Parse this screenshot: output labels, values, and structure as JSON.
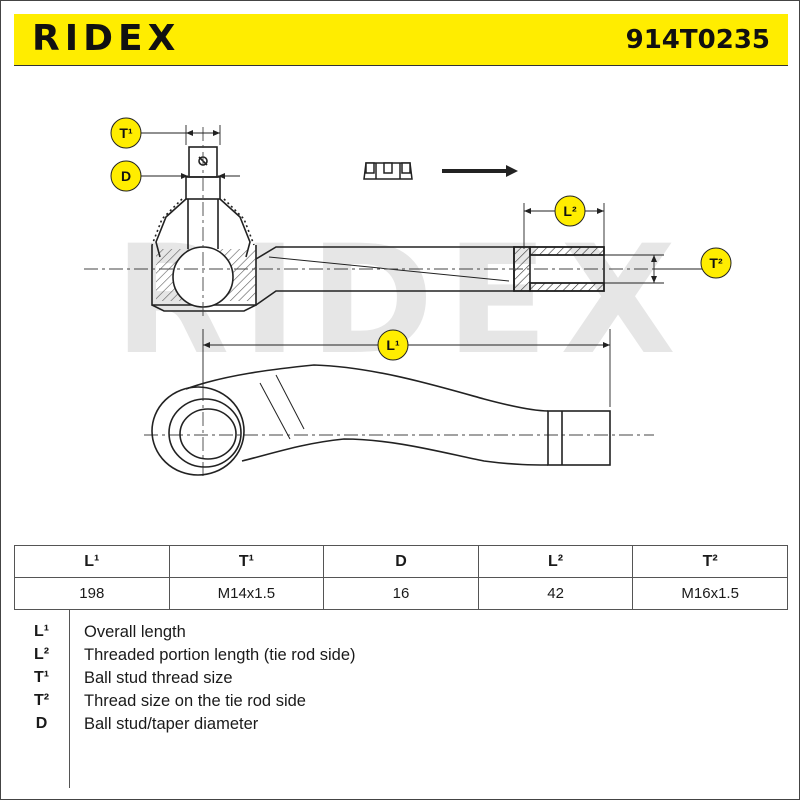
{
  "header": {
    "brand": "RIDEX",
    "part_number": "914T0235",
    "background_color": "#ffed00"
  },
  "drawing": {
    "watermark": "RIDEX",
    "labels": {
      "t1": "T¹",
      "d": "D",
      "l2": "L²",
      "t2": "T²",
      "l1": "L¹"
    }
  },
  "spec_table": {
    "headers": [
      "L¹",
      "T¹",
      "D",
      "L²",
      "T²"
    ],
    "values": [
      "198",
      "M14x1.5",
      "16",
      "42",
      "M16x1.5"
    ]
  },
  "legend": [
    {
      "abbr": "L¹",
      "desc": "Overall length"
    },
    {
      "abbr": "L²",
      "desc": "Threaded portion length (tie rod side)"
    },
    {
      "abbr": "T¹",
      "desc": "Ball stud thread size"
    },
    {
      "abbr": "T²",
      "desc": "Thread size on the tie rod side"
    },
    {
      "abbr": "D",
      "desc": "Ball stud/taper diameter"
    }
  ]
}
